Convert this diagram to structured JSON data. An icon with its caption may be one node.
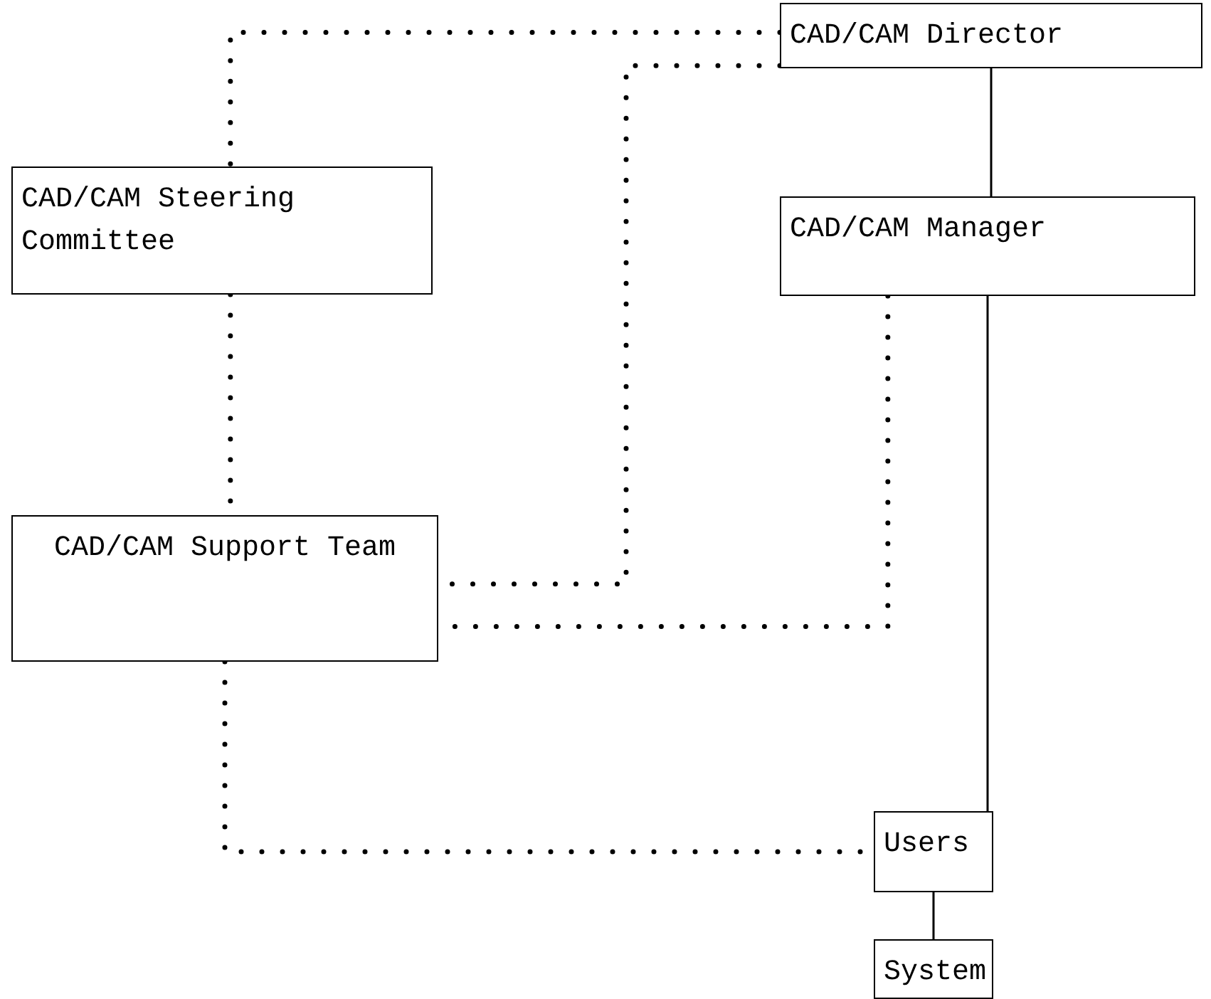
{
  "diagram": {
    "nodes": [
      {
        "text": [
          "CAD/CAM Director"
        ]
      },
      {
        "text": [
          "CAD/CAM Steering Committee"
        ]
      },
      {
        "text": [
          "CAD/CAM Manager"
        ]
      },
      {
        "text": [
          "CAD/CAM Support Team"
        ]
      },
      {
        "text": [
          "Users"
        ]
      },
      {
        "text": [
          "System"
        ]
      }
    ],
    "edges": [
      {
        "from": 0,
        "to": 1,
        "arrow": "none",
        "style": "dashed"
      },
      {
        "from": 0,
        "to": 3,
        "arrow": "none",
        "style": "dashed"
      },
      {
        "from": 0,
        "to": 2,
        "arrow": "none"
      },
      {
        "from": 1,
        "to": 3,
        "arrow": "none",
        "style": "dashed"
      },
      {
        "from": 2,
        "to": 3,
        "arrow": "none",
        "style": "dashed"
      },
      {
        "from": 2,
        "to": 4,
        "arrow": "none"
      },
      {
        "from": 3,
        "to": 4,
        "arrow": "none",
        "style": "dashed"
      },
      {
        "from": 4,
        "to": 5,
        "arrow": "none"
      }
    ]
  }
}
